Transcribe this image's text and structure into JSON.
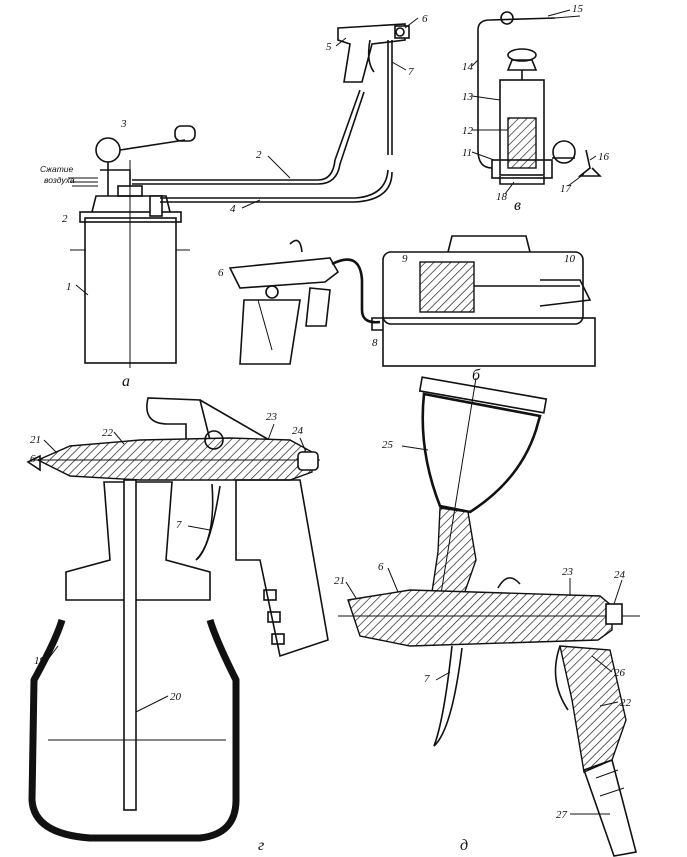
{
  "figure": {
    "captions": {
      "a": "а",
      "b": "б",
      "v": "в",
      "g": "г",
      "d": "д"
    },
    "note_line1": "Сжатие",
    "note_line2": "воздуха",
    "labels": [
      "1",
      "2",
      "2",
      "3",
      "4",
      "5",
      "6",
      "7",
      "6",
      "8",
      "9",
      "10",
      "11",
      "12",
      "13",
      "14",
      "15",
      "16",
      "17",
      "18",
      "21",
      "6",
      "22",
      "23",
      "24",
      "7",
      "19",
      "20",
      "25",
      "21",
      "6",
      "23",
      "24",
      "7",
      "26",
      "22",
      "27"
    ]
  }
}
